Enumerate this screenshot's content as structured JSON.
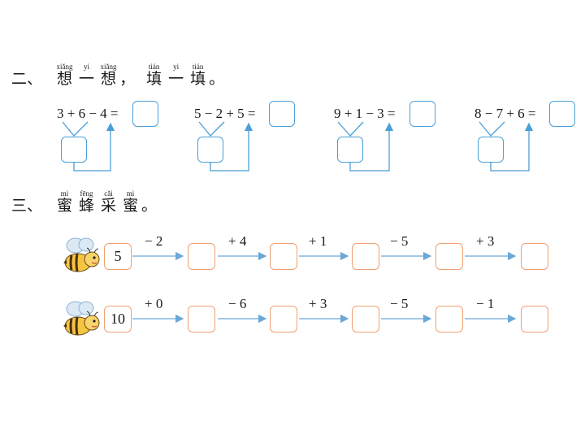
{
  "section2": {
    "num": "二、",
    "chars": [
      {
        "ch": "想",
        "py": "xiǎng"
      },
      {
        "ch": "一",
        "py": "yi"
      },
      {
        "ch": "想",
        "py": "xiǎng"
      },
      {
        "ch": "，",
        "py": ""
      },
      {
        "ch": "填",
        "py": "tián"
      },
      {
        "ch": "一",
        "py": "yi"
      },
      {
        "ch": "填",
        "py": "tián"
      },
      {
        "ch": "。",
        "py": ""
      }
    ],
    "equations": [
      "3 + 6 − 4 =",
      "5 − 2 + 5 =",
      "9 + 1 − 3 =",
      "8 − 7 + 6 ="
    ]
  },
  "section3": {
    "num": "三、",
    "chars": [
      {
        "ch": "蜜",
        "py": "mì"
      },
      {
        "ch": "蜂",
        "py": "fēng"
      },
      {
        "ch": "采",
        "py": "cǎi"
      },
      {
        "ch": "蜜",
        "py": "mì"
      },
      {
        "ch": "。",
        "py": ""
      }
    ],
    "rows": [
      {
        "start": "5",
        "ops": [
          "− 2",
          "+ 4",
          "+ 1",
          "− 5",
          "+ 3"
        ]
      },
      {
        "start": "10",
        "ops": [
          "+ 0",
          "− 6",
          "+ 3",
          "− 5",
          "− 1"
        ]
      }
    ]
  },
  "colors": {
    "blue_box": "#4a9fd8",
    "orange_box": "#f0a070",
    "arrow": "#6aa8d8",
    "bee_body": "#f5c542"
  }
}
